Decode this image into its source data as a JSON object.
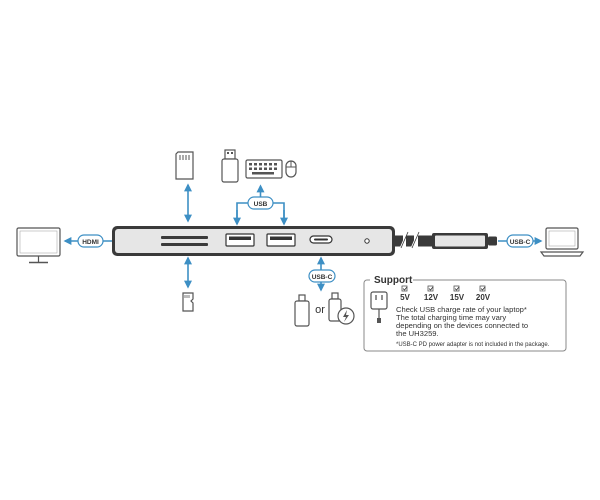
{
  "labels": {
    "hdmi": "HDMI",
    "usb_top": "USB",
    "usbc_bottom": "USB-C",
    "usbc_right": "USB-C",
    "or": "or"
  },
  "support": {
    "title": "Support",
    "voltages": [
      "5V",
      "12V",
      "15V",
      "20V"
    ],
    "line1": "Check USB charge rate of your laptop*",
    "line2": "The total charging time may vary",
    "line3": "depending on the devices connected to",
    "line4": "the UH3259.",
    "footnote": "*USB-C PD power adapter is not included in the package."
  },
  "icons": {
    "monitor": "monitor-icon",
    "sd_card": "sd-card-icon",
    "micro_sd": "micro-sd-card-icon",
    "usb_drive": "usb-flash-drive-icon",
    "keyboard_mouse": "keyboard-mouse-icon",
    "usbc_device": "usb-c-device-icon",
    "usbc_charger": "usb-c-charger-icon",
    "laptop": "laptop-icon",
    "power_adapter": "power-adapter-icon"
  },
  "colors": {
    "accent": "#3d8fc4",
    "outline": "#555555",
    "hub": "#3a3a3a",
    "hub_face": "#e6e6e6"
  }
}
